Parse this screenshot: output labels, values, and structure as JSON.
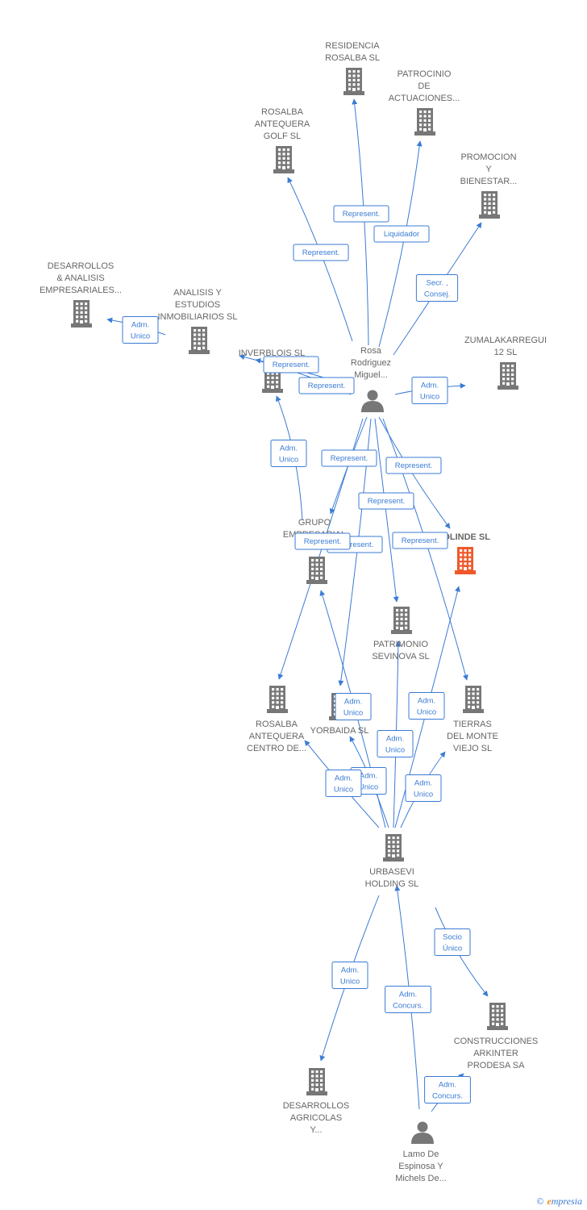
{
  "colors": {
    "edge": "#3a7bd5",
    "building": "#777777",
    "highlight": "#f0582a",
    "person": "#777777"
  },
  "nodes": [
    {
      "id": "residencia",
      "type": "company",
      "label": [
        "RESIDENCIA",
        "ROSALBA SL"
      ]
    },
    {
      "id": "patrocinio",
      "type": "company",
      "label": [
        "PATROCINIO",
        "DE",
        "ACTUACIONES..."
      ]
    },
    {
      "id": "rosalba_golf",
      "type": "company",
      "label": [
        "ROSALBA",
        "ANTEQUERA",
        "GOLF SL"
      ]
    },
    {
      "id": "promocion",
      "type": "company",
      "label": [
        "PROMOCION",
        "Y",
        "BIENESTAR..."
      ]
    },
    {
      "id": "desarrollos_analisis",
      "type": "company",
      "label": [
        "DESARROLLOS",
        "& ANALISIS",
        "EMPRESARIALES..."
      ]
    },
    {
      "id": "analisis_estudios",
      "type": "company",
      "label": [
        "ANALISIS Y",
        "ESTUDIOS",
        "INMOBILIARIOS SL"
      ]
    },
    {
      "id": "rosa",
      "type": "person",
      "label": [
        "Rosa",
        "Rodriguez",
        "Miguel..."
      ]
    },
    {
      "id": "inverblois",
      "type": "company",
      "label": [
        "INVERBLOIS SL"
      ]
    },
    {
      "id": "zumalakarregui",
      "type": "company",
      "label": [
        "ZUMALAKARREGUI",
        "12 SL"
      ]
    },
    {
      "id": "grupo",
      "type": "company",
      "label": [
        "GRUPO",
        "EMPRESARIAL",
        "RO..."
      ]
    },
    {
      "id": "eolinde",
      "type": "company",
      "highlight": true,
      "label": [
        "EOLINDE SL"
      ]
    },
    {
      "id": "patrimonio",
      "type": "company",
      "label": [
        "PATRIMONIO",
        "SEVINOVA SL"
      ]
    },
    {
      "id": "rosalba_centro",
      "type": "company",
      "label": [
        "ROSALBA",
        "ANTEQUERA",
        "CENTRO DE..."
      ]
    },
    {
      "id": "yorbaida",
      "type": "company",
      "label": [
        "YORBAIDA SL"
      ]
    },
    {
      "id": "tierras",
      "type": "company",
      "label": [
        "TIERRAS",
        "DEL MONTE",
        "VIEJO SL"
      ]
    },
    {
      "id": "urbasevi",
      "type": "company",
      "label": [
        "URBASEVI",
        "HOLDING SL"
      ]
    },
    {
      "id": "construcciones",
      "type": "company",
      "label": [
        "CONSTRUCCIONES",
        "ARKINTER",
        "PRODESA SA"
      ]
    },
    {
      "id": "desarrollos_agricolas",
      "type": "company",
      "label": [
        "DESARROLLOS",
        "AGRICOLAS",
        "Y..."
      ]
    },
    {
      "id": "lamo",
      "type": "person",
      "label": [
        "Lamo De",
        "Espinosa Y",
        "Michels De..."
      ]
    }
  ],
  "edges": [
    {
      "from": "rosa",
      "to": "residencia",
      "label": [
        "Represent."
      ]
    },
    {
      "from": "rosa",
      "to": "patrocinio",
      "label": [
        "Liquidador"
      ]
    },
    {
      "from": "rosa",
      "to": "rosalba_golf",
      "label": [
        "Represent."
      ]
    },
    {
      "from": "rosa",
      "to": "promocion",
      "label": [
        "Secr. ,",
        "Consej."
      ]
    },
    {
      "from": "rosa",
      "to": "inverblois",
      "label": [
        "Represent."
      ]
    },
    {
      "from": "rosa",
      "to": "inverblois",
      "label": [
        "Represent."
      ]
    },
    {
      "from": "rosa",
      "to": "zumalakarregui",
      "label": [
        "Adm.",
        "Unico"
      ]
    },
    {
      "from": "rosa",
      "to": "grupo",
      "label": [
        "Represent."
      ]
    },
    {
      "from": "rosa",
      "to": "eolinde",
      "label": [
        "Represent."
      ]
    },
    {
      "from": "rosa",
      "to": "patrimonio",
      "label": [
        "Represent."
      ]
    },
    {
      "from": "rosa",
      "to": "tierras",
      "label": [
        "Represent."
      ]
    },
    {
      "from": "rosa",
      "to": "yorbaida",
      "label": [
        "Represent."
      ]
    },
    {
      "from": "rosa",
      "to": "rosalba_centro",
      "label": [
        "Represent."
      ]
    },
    {
      "from": "analisis_estudios",
      "to": "desarrollos_analisis",
      "label": [
        "Adm.",
        "Unico"
      ]
    },
    {
      "from": "grupo",
      "to": "inverblois",
      "label": [
        "Adm.",
        "Unico"
      ]
    },
    {
      "from": "urbasevi",
      "to": "grupo",
      "label": [
        "Adm.",
        "Unico"
      ]
    },
    {
      "from": "urbasevi",
      "to": "eolinde",
      "label": [
        "Adm.",
        "Unico"
      ]
    },
    {
      "from": "urbasevi",
      "to": "patrimonio",
      "label": [
        "Adm.",
        "Unico"
      ]
    },
    {
      "from": "urbasevi",
      "to": "rosalba_centro",
      "label": [
        "Adm.",
        "Unico"
      ]
    },
    {
      "from": "urbasevi",
      "to": "yorbaida",
      "label": [
        "Adm.",
        "Unico"
      ]
    },
    {
      "from": "urbasevi",
      "to": "tierras",
      "label": [
        "Adm.",
        "Unico"
      ]
    },
    {
      "from": "urbasevi",
      "to": "construcciones",
      "label": [
        "Socio",
        "Único"
      ]
    },
    {
      "from": "urbasevi",
      "to": "desarrollos_agricolas",
      "label": [
        "Adm.",
        "Unico"
      ]
    },
    {
      "from": "lamo",
      "to": "urbasevi",
      "label": [
        "Adm.",
        "Concurs."
      ]
    },
    {
      "from": "lamo",
      "to": "construcciones",
      "label": [
        "Adm.",
        "Concurs."
      ]
    }
  ],
  "footer": {
    "copyright": "©",
    "brand_initial": "e",
    "brand_rest": "mpresia"
  }
}
